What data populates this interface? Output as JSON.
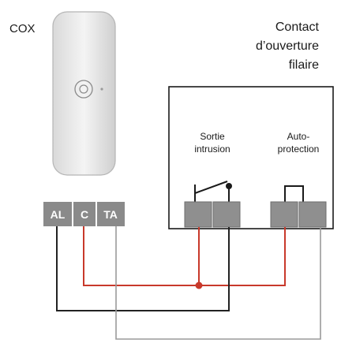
{
  "device": {
    "name": "COX"
  },
  "contact": {
    "title_lines": [
      "Contact",
      "d’ouverture",
      "filaire"
    ],
    "sortie_lines": [
      "Sortie",
      "intrusion"
    ],
    "auto_lines": [
      "Auto-",
      "protection"
    ]
  },
  "terminals": [
    {
      "label": "AL"
    },
    {
      "label": "C"
    },
    {
      "label": "TA"
    }
  ],
  "colors": {
    "wire_red": "#c8392b",
    "wire_dark": "#222222",
    "wire_grey": "#9a9a9a",
    "terminal_fill": "#8a8a8a",
    "block_fill": "#8f8f8f"
  }
}
